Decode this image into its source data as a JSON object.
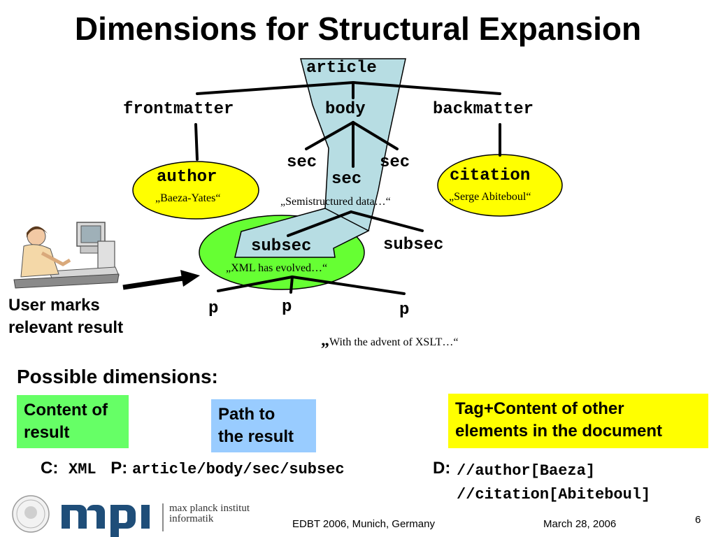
{
  "title": "Dimensions for Structural Expansion",
  "tree": {
    "article": "article",
    "frontmatter": "frontmatter",
    "body": "body",
    "backmatter": "backmatter",
    "sec_left": "sec",
    "sec_middle": "sec",
    "sec_right": "sec",
    "author": "author",
    "author_quote": "„Baeza-Yates“",
    "citation": "citation",
    "citation_quote": "„Serge Abiteboul“",
    "sec_quote": "„Semistructured data…“",
    "subsec_left": "subsec",
    "subsec_right": "subsec",
    "subsec_quote": "„XML has evolved…“",
    "p1": "p",
    "p2": "p",
    "p3": "p",
    "p_quote_mark": "„",
    "p_quote": "With the advent of XSLT…“"
  },
  "user_label_line1": "User marks",
  "user_label_line2": "relevant result",
  "possible_dimensions": "Possible dimensions:",
  "boxes": {
    "content_line1": "Content of",
    "content_line2": "result",
    "path_line1": "Path to",
    "path_line2": "the result",
    "tag_line1": "Tag+Content of other",
    "tag_line2": "elements in the document"
  },
  "dims": {
    "c_label": "C:",
    "c_value": "XML",
    "p_label": "P:",
    "p_value": "article/body/sec/subsec",
    "d_label": "D:",
    "d_value1": "//author[Baeza]",
    "d_value2": "//citation[Abiteboul]"
  },
  "footer": {
    "logo_line1": "max planck institut",
    "logo_line2": "informatik",
    "event": "EDBT 2006, Munich, Germany",
    "date": "March 28, 2006",
    "page": "6"
  },
  "colors": {
    "path_fill": "#b7dde3",
    "yellow": "#ffff00",
    "green_ellipse": "#66ff33",
    "green_box": "#66ff66",
    "blue_box": "#99ccff",
    "mpi_blue": "#1f4e79"
  }
}
